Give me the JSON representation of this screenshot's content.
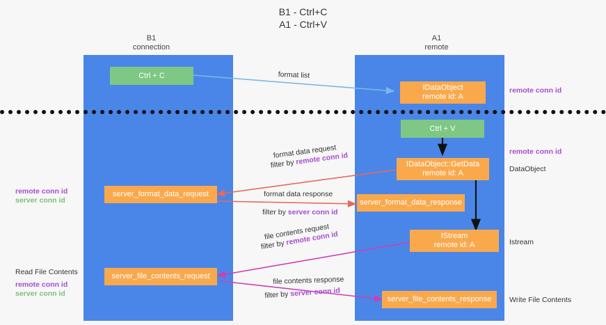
{
  "title": {
    "line1": "B1 - Ctrl+C",
    "line2": "A1 - Ctrl+V"
  },
  "columns": [
    {
      "name": "B1",
      "role": "connection"
    },
    {
      "name": "A1",
      "role": "remote"
    }
  ],
  "nodes": {
    "ctrl_c": "Ctrl + C",
    "ctrl_v": "Ctrl + V",
    "idataobject": {
      "line1": "IDataObject",
      "line2": "remote id: A"
    },
    "idataobject_getdata": {
      "line1": "IDataObject::GetData",
      "line2": "remote id: A"
    },
    "istream": {
      "line1": "IStream",
      "line2": "remote id: A"
    },
    "server_format_data_request": "server_format_data_request",
    "server_format_data_response": "server_format_data_response",
    "server_file_contents_request": "server_file_contents_request",
    "server_file_contents_response": "server_file_contents_response"
  },
  "edges": {
    "format_list": "format list",
    "format_data_request": "format data request",
    "format_data_request_filter_prefix": "filter by ",
    "format_data_request_filter_key": "remote conn id",
    "format_data_response": "format data response",
    "format_data_response_filter_prefix": "filter by ",
    "format_data_response_filter_key": "server conn id",
    "file_contents_request": "file contents request",
    "file_contents_request_filter_prefix": "filter by ",
    "file_contents_request_filter_key": "remote conn id",
    "file_contents_response": "file contents response",
    "file_contents_response_filter_prefix": "filter by ",
    "file_contents_response_filter_key": "server conn id"
  },
  "annotations": {
    "right_top_remote_conn_id": "remote conn id",
    "right_mid_remote_conn_id": "remote conn id",
    "right_dataobject": "DataObject",
    "right_istream": "Istream",
    "right_write_file_contents": "Write File Contents",
    "left_remote_conn_id": "remote conn id",
    "left_server_conn_id": "server conn id",
    "left_read_file_contents": "Read File Contents",
    "left_bottom_remote_conn_id": "remote conn id",
    "left_bottom_server_conn_id": "server conn id"
  },
  "colors": {
    "lane": "#4a86e8",
    "node_orange": "#f9a94c",
    "node_green": "#7fc784",
    "accent_purple": "#a64dd0",
    "accent_green": "#7cbf7c",
    "arrow_blue": "#7ab8e8",
    "arrow_red": "#e8685a",
    "arrow_magenta": "#cc3fb5",
    "arrow_black": "#111111",
    "background": "#f7f7f7"
  }
}
